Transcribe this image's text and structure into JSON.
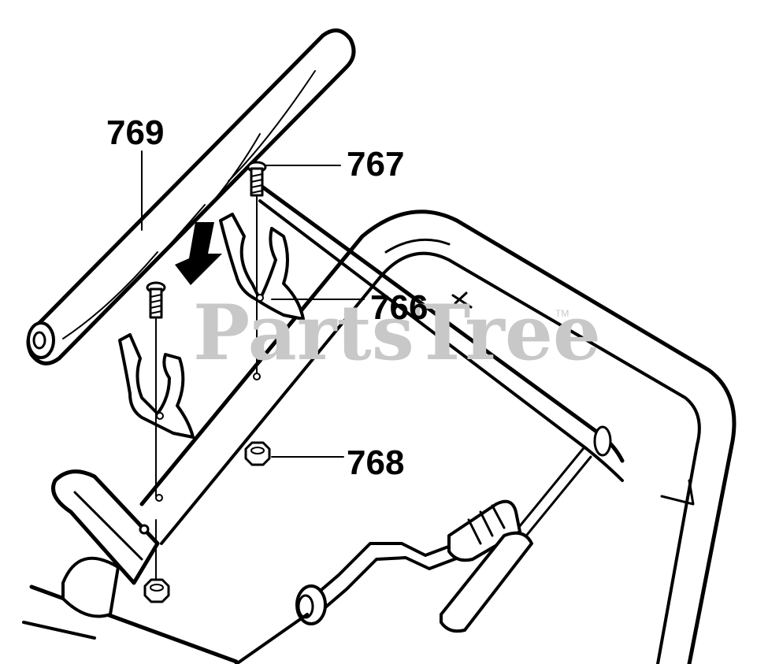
{
  "parts": {
    "handle_grip": "769",
    "top_bolt": "767",
    "bracket": "766",
    "nut": "768"
  },
  "watermark": {
    "text": "PartsTree",
    "trademark": "TM"
  },
  "colors": {
    "ink": "#000000",
    "watermark": "#c8c8c8",
    "background": "#ffffff"
  }
}
